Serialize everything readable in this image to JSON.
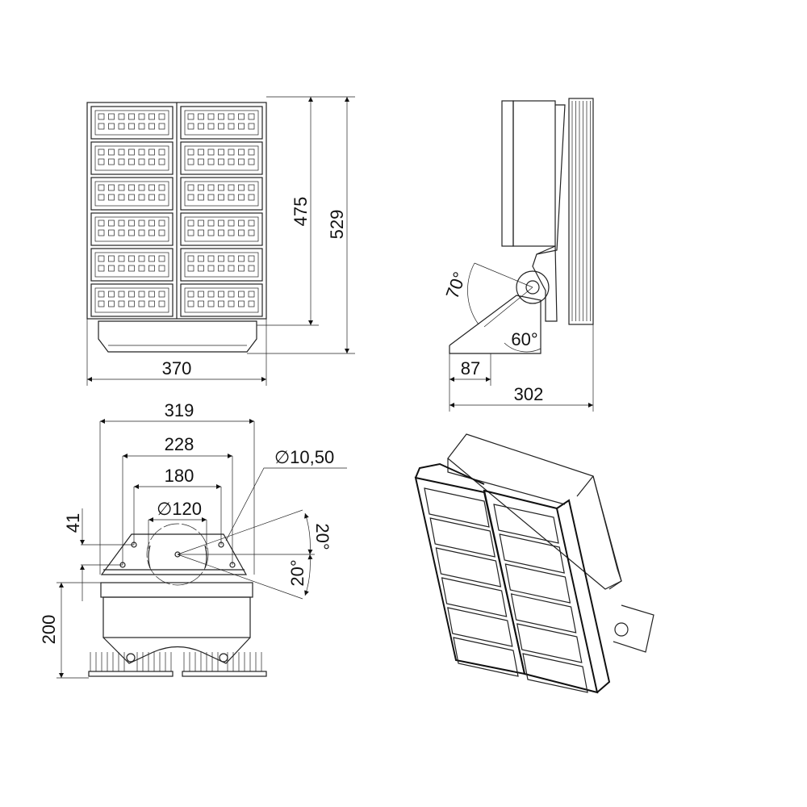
{
  "front_view": {
    "width_label": "370",
    "height_inner_label": "475",
    "height_total_label": "529"
  },
  "side_view": {
    "tilt_up_label": "70°",
    "tilt_down_label": "60°",
    "bracket_depth_label": "87",
    "depth_label": "302"
  },
  "bracket_view": {
    "width_319_label": "319",
    "width_228_label": "228",
    "width_180_label": "180",
    "hole_circle_label": "∅120",
    "hole_diameter_label": "∅10,50",
    "offset_label": "41",
    "height_label": "200",
    "angle_up_label": "20°",
    "angle_down_label": "20°"
  },
  "colors": {
    "line": "#222222",
    "background": "#ffffff"
  }
}
